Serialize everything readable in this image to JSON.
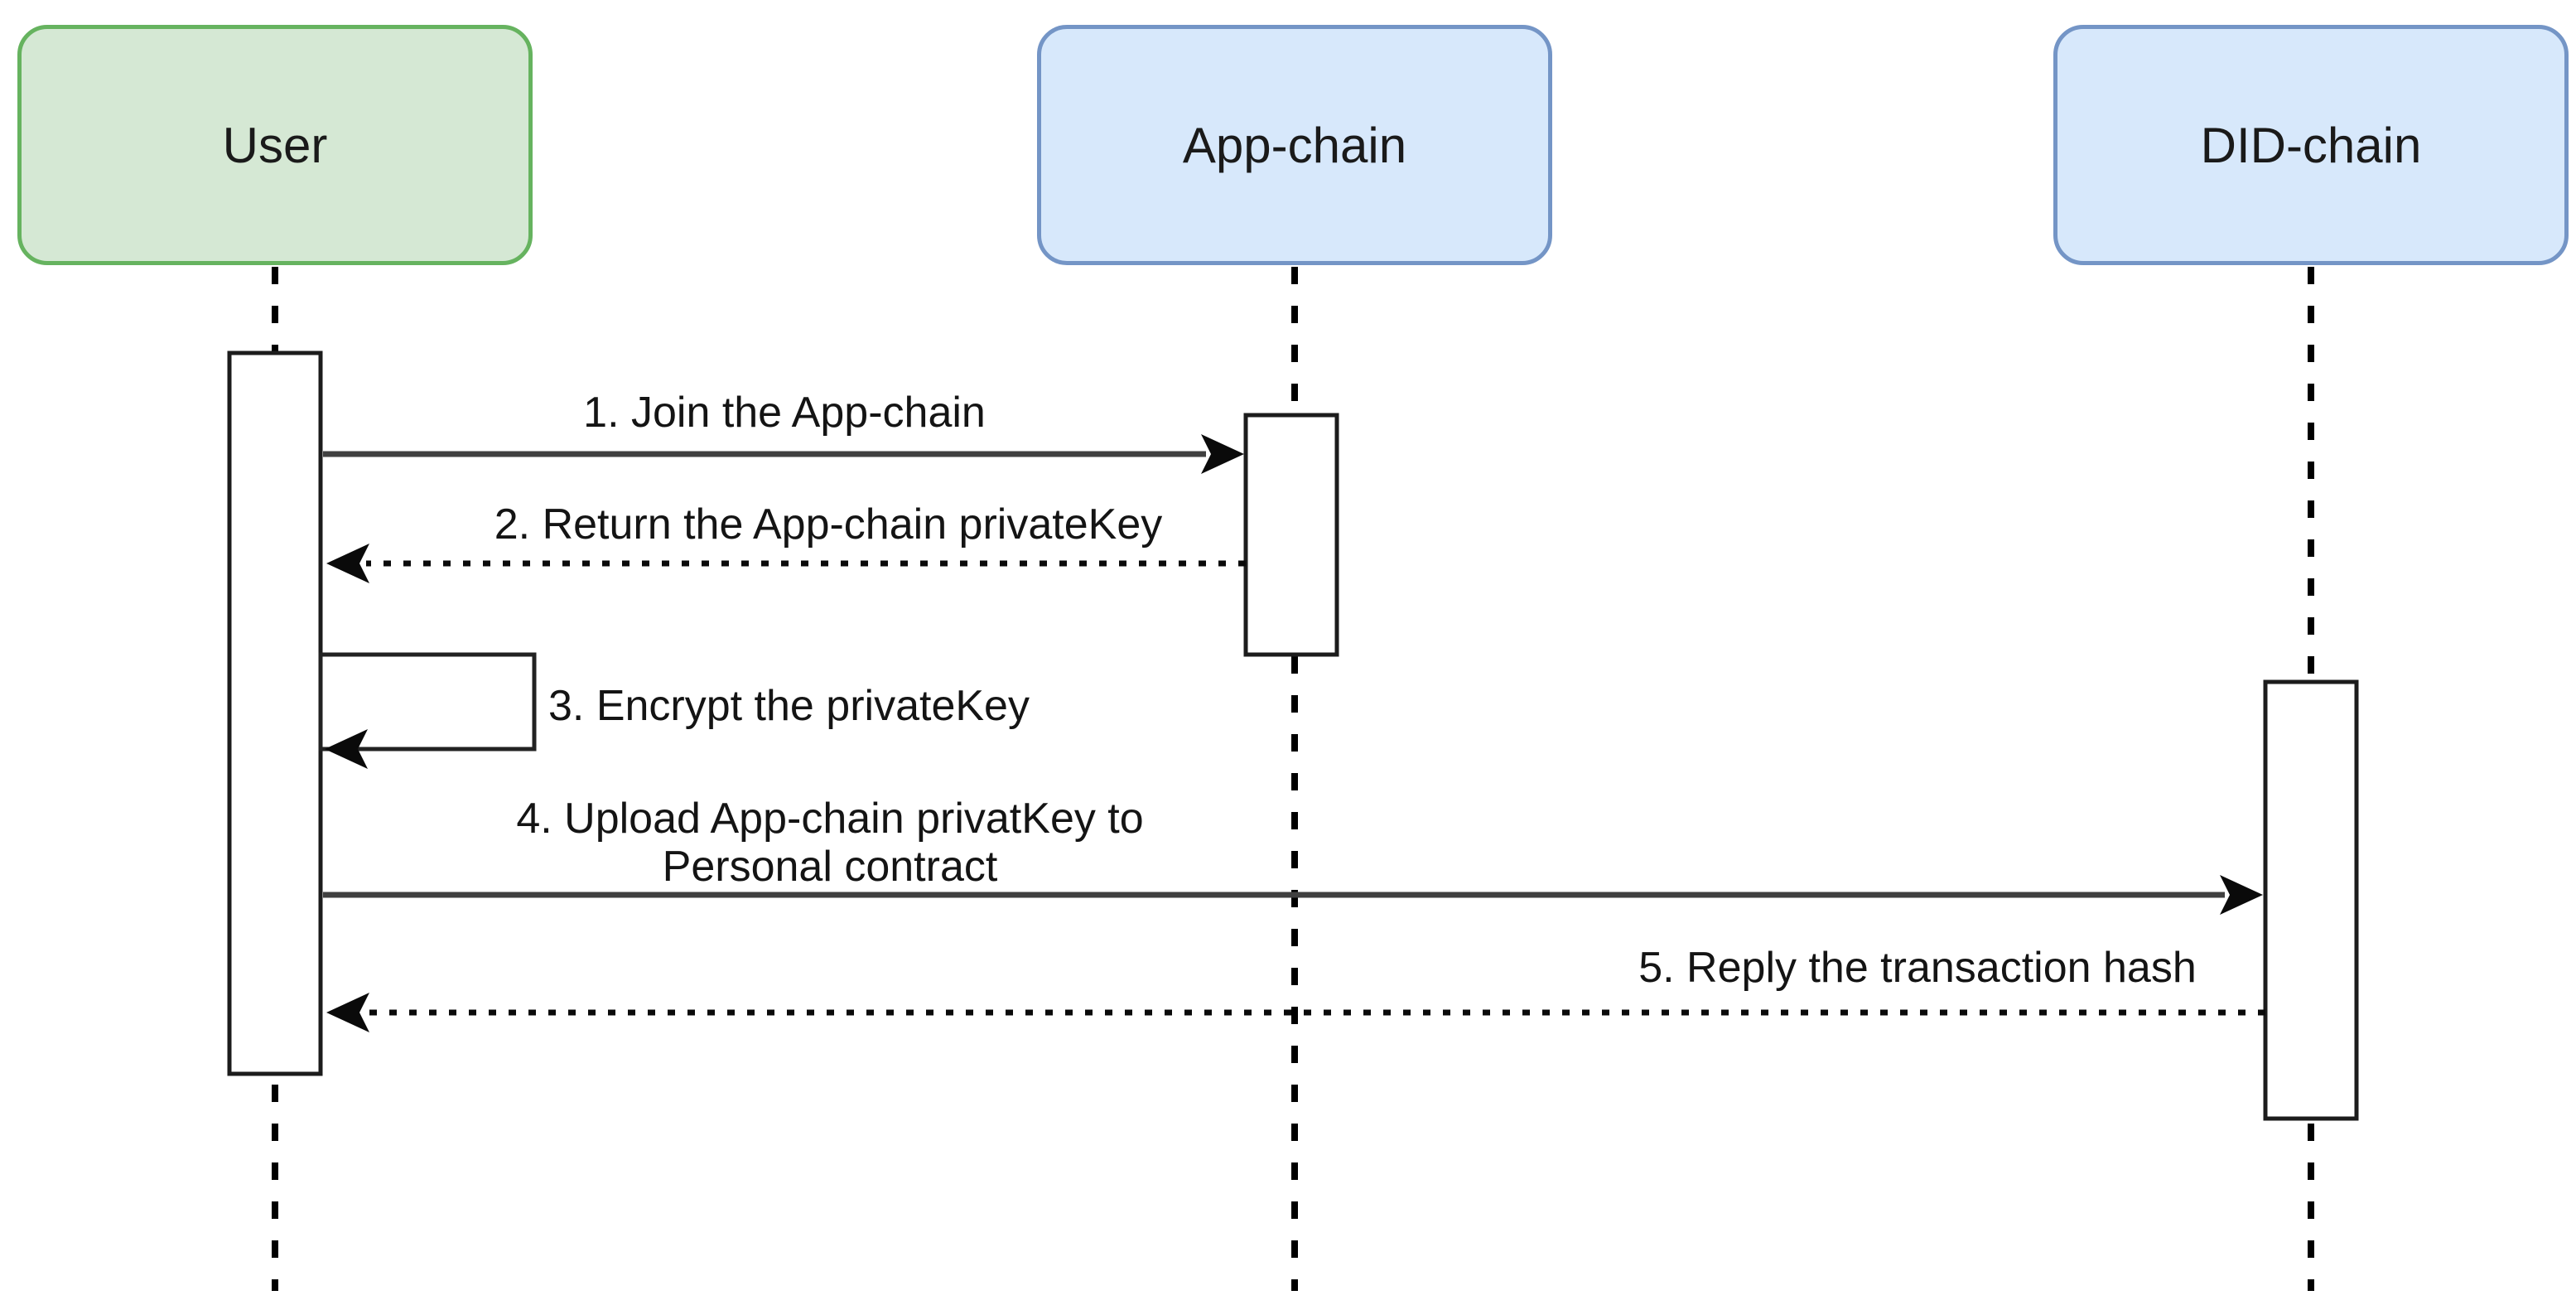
{
  "diagram": {
    "type": "uml-sequence",
    "participants": [
      {
        "name": "User",
        "role": "actor-lifeline",
        "fill": "#d5e8d4",
        "stroke": "#66b35f"
      },
      {
        "name": "App-chain",
        "role": "system-lifeline",
        "fill": "#d7e8fb",
        "stroke": "#7495c6"
      },
      {
        "name": "DID-chain",
        "role": "system-lifeline",
        "fill": "#d7e8fb",
        "stroke": "#7495c6"
      }
    ],
    "messages": [
      {
        "label": "1. Join the App-chain",
        "from": "User",
        "to": "App-chain",
        "line": "solid"
      },
      {
        "label": "2. Return the App-chain privateKey",
        "from": "App-chain",
        "to": "User",
        "line": "dashed"
      },
      {
        "label": "3. Encrypt the privateKey",
        "from": "User",
        "to": "User",
        "line": "self"
      },
      {
        "label": "4. Upload App-chain privatKey to Personal contract",
        "label_line1": "4. Upload App-chain privatKey to",
        "label_line2": "Personal contract",
        "from": "User",
        "to": "DID-chain",
        "line": "solid"
      },
      {
        "label": "5. Reply the transaction hash",
        "from": "DID-chain",
        "to": "User",
        "line": "dashed"
      }
    ],
    "colors": {
      "background": "#ffffff",
      "lifeline": "#000000",
      "arrow": "#404040",
      "arrowhead": "#0a0a0a",
      "activation_fill": "#ffffff",
      "activation_stroke": "#1c1c1c",
      "green_fill": "#d5e8d4",
      "green_stroke": "#66b35f",
      "blue_fill": "#d7e8fb",
      "blue_stroke": "#7495c6"
    }
  }
}
